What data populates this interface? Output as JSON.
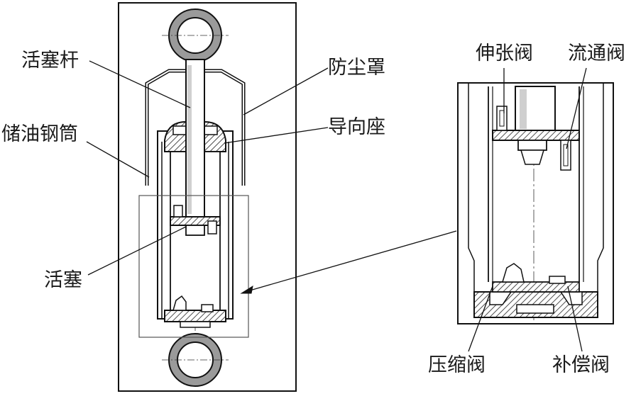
{
  "labels": {
    "piston_rod": "活塞杆",
    "oil_cylinder": "储油钢筒",
    "piston": "活塞",
    "dust_cover": "防尘罩",
    "guide_seat": "导向座",
    "rebound_valve": "伸张阀",
    "flow_valve": "流通阀",
    "compression_valve": "压缩阀",
    "compensation_valve": "补偿阀"
  }
}
